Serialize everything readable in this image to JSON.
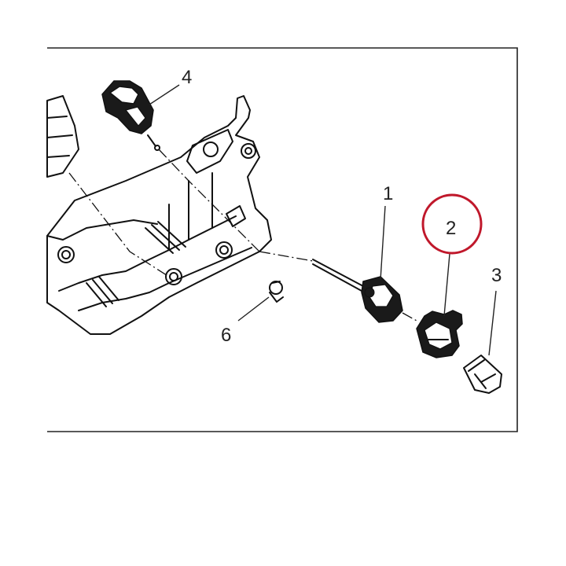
{
  "diagram": {
    "callouts": [
      {
        "id": "1",
        "label": "1"
      },
      {
        "id": "2",
        "label": "2"
      },
      {
        "id": "3",
        "label": "3"
      },
      {
        "id": "4",
        "label": "4"
      },
      {
        "id": "6",
        "label": "6"
      }
    ],
    "highlight": {
      "target": "2",
      "color": "#c0182b"
    }
  }
}
